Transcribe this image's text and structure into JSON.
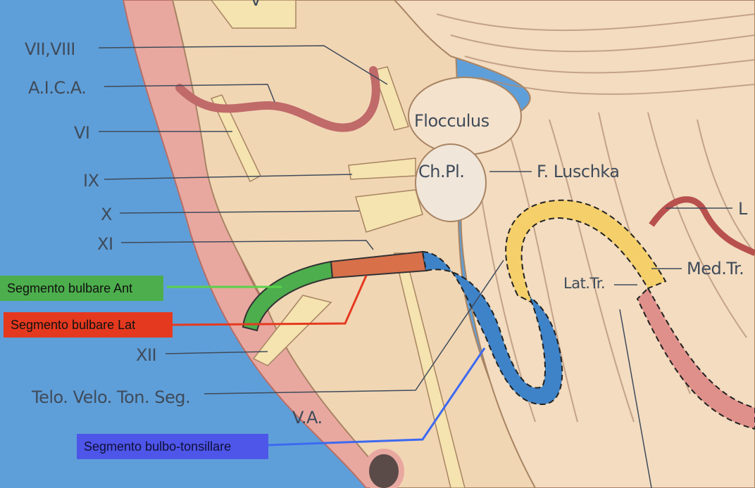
{
  "labels": {
    "v": "V",
    "vii_viii": "VII,VIII",
    "aica": "A.I.C.A.",
    "vi": "VI",
    "ix": "IX",
    "x": "X",
    "xi": "XI",
    "xii": "XII",
    "telo": "Telo. Velo. Ton. Seg.",
    "va": "V.A.",
    "flocculus": "Flocculus",
    "chpl": "Ch.Pl.",
    "luschka": "F. Luschka",
    "l_cut": "L",
    "med_tr": "Med.Tr.",
    "lat_tr": "Lat.Tr."
  },
  "segments": {
    "ant": {
      "label": "Segmento bulbare Ant",
      "color": "#4cae4c"
    },
    "lat": {
      "label": "Segmento bulbare Lat",
      "color": "#e5391f"
    },
    "tons": {
      "label": "Segmento bulbo-tonsillare",
      "color": "#4d56e8"
    }
  },
  "colors": {
    "background": "#5f9fd9",
    "tissue": "#f1d6b4",
    "artery": "#e6a59a",
    "telovelo": "#f5cf6a"
  }
}
